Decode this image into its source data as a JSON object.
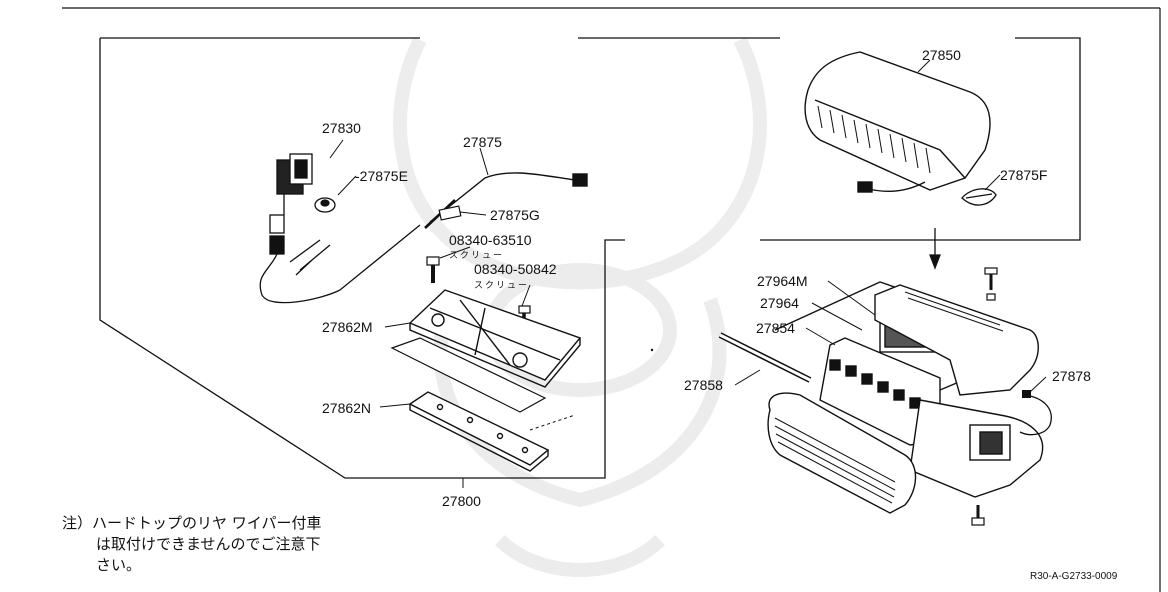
{
  "diagram": {
    "parts": {
      "p27830": "27830",
      "p27875E": "-27875E",
      "p27875": "27875",
      "p27875G": "27875G",
      "p08340_63510": "08340-63510",
      "screw1": "スクリュー",
      "p08340_50842": "08340-50842",
      "screw2": "スクリュー",
      "p27862M": "27862M",
      "p27862N": "27862N",
      "p27800": "27800",
      "p27850": "27850",
      "p27875F": "27875F",
      "p27964M": "27964M",
      "p27964": "27964",
      "p27854": "27854",
      "p27858": "27858",
      "p27878": "27878"
    },
    "note": {
      "line1": "注）ハードトップのリヤ ワイパー付車",
      "line2": "は取付けできませんのでご注意下",
      "line3": "さい。"
    },
    "reference_code": "R30-A-G2733-0009"
  }
}
